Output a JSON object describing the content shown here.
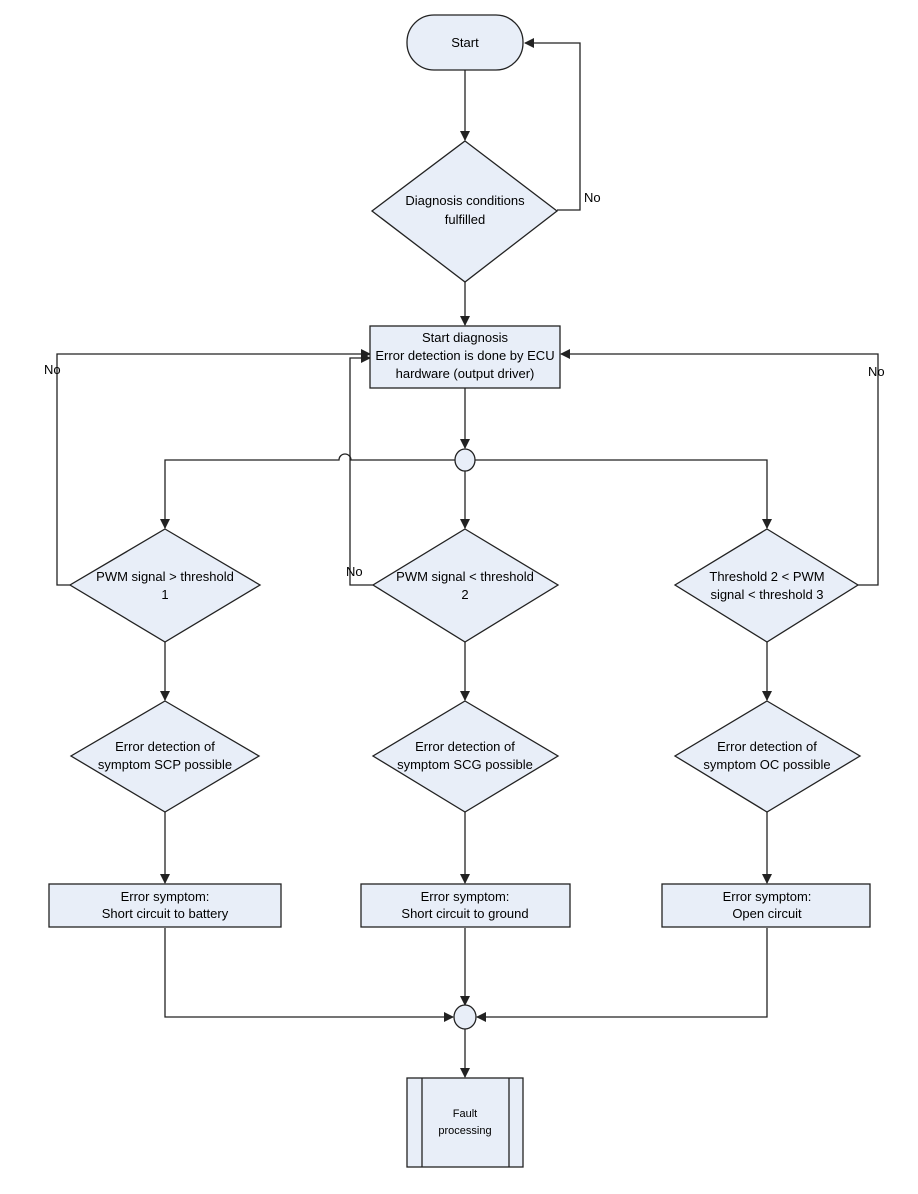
{
  "nodes": {
    "start": "Start",
    "diag_cond": [
      "Diagnosis conditions",
      "fulfilled"
    ],
    "start_diag": [
      "Start diagnosis",
      "Error detection is done by ECU",
      "hardware (output driver)"
    ],
    "pwm1": [
      "PWM signal > threshold",
      "1"
    ],
    "pwm2": [
      "PWM signal < threshold",
      "2"
    ],
    "pwm3": [
      "Threshold 2 < PWM",
      "signal < threshold 3"
    ],
    "scp": [
      "Error detection of",
      "symptom SCP possible"
    ],
    "scg": [
      "Error detection of",
      "symptom SCG possible"
    ],
    "oc": [
      "Error detection of",
      "symptom OC possible"
    ],
    "sym_bat": [
      "Error symptom:",
      "Short circuit to battery"
    ],
    "sym_gnd": [
      "Error symptom:",
      "Short circuit to ground"
    ],
    "sym_open": [
      "Error symptom:",
      "Open circuit"
    ],
    "fault": [
      "Fault",
      "processing"
    ]
  },
  "labels": {
    "no": "No"
  },
  "colors": {
    "fill": "#e8eef8",
    "stroke": "#222222"
  }
}
